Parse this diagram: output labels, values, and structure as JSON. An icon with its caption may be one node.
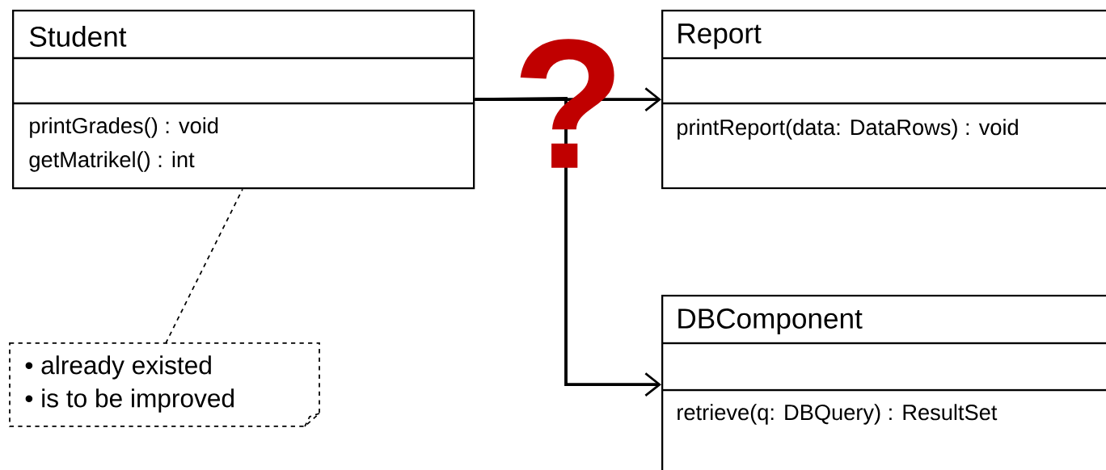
{
  "diagram": {
    "nodes": [
      {
        "text": [
          "Student",
          "printGrades() : void",
          "getMatrikel()  : int"
        ]
      },
      {
        "text": [
          "Report",
          "printReport(data: DataRows) : void"
        ]
      },
      {
        "text": [
          "DBComponent",
          "retrieve(q: DBQuery) : ResultSet"
        ]
      },
      {
        "text": [
          "• already existed",
          "• is to be improved"
        ]
      }
    ],
    "edges": [
      {
        "from": 0,
        "to": 1,
        "arrow": "to"
      },
      {
        "from": 0,
        "to": 2,
        "arrow": "to"
      },
      {
        "from": 3,
        "to": 0,
        "arrow": "none",
        "style": "dashed"
      }
    ],
    "labels": [
      "?"
    ]
  }
}
